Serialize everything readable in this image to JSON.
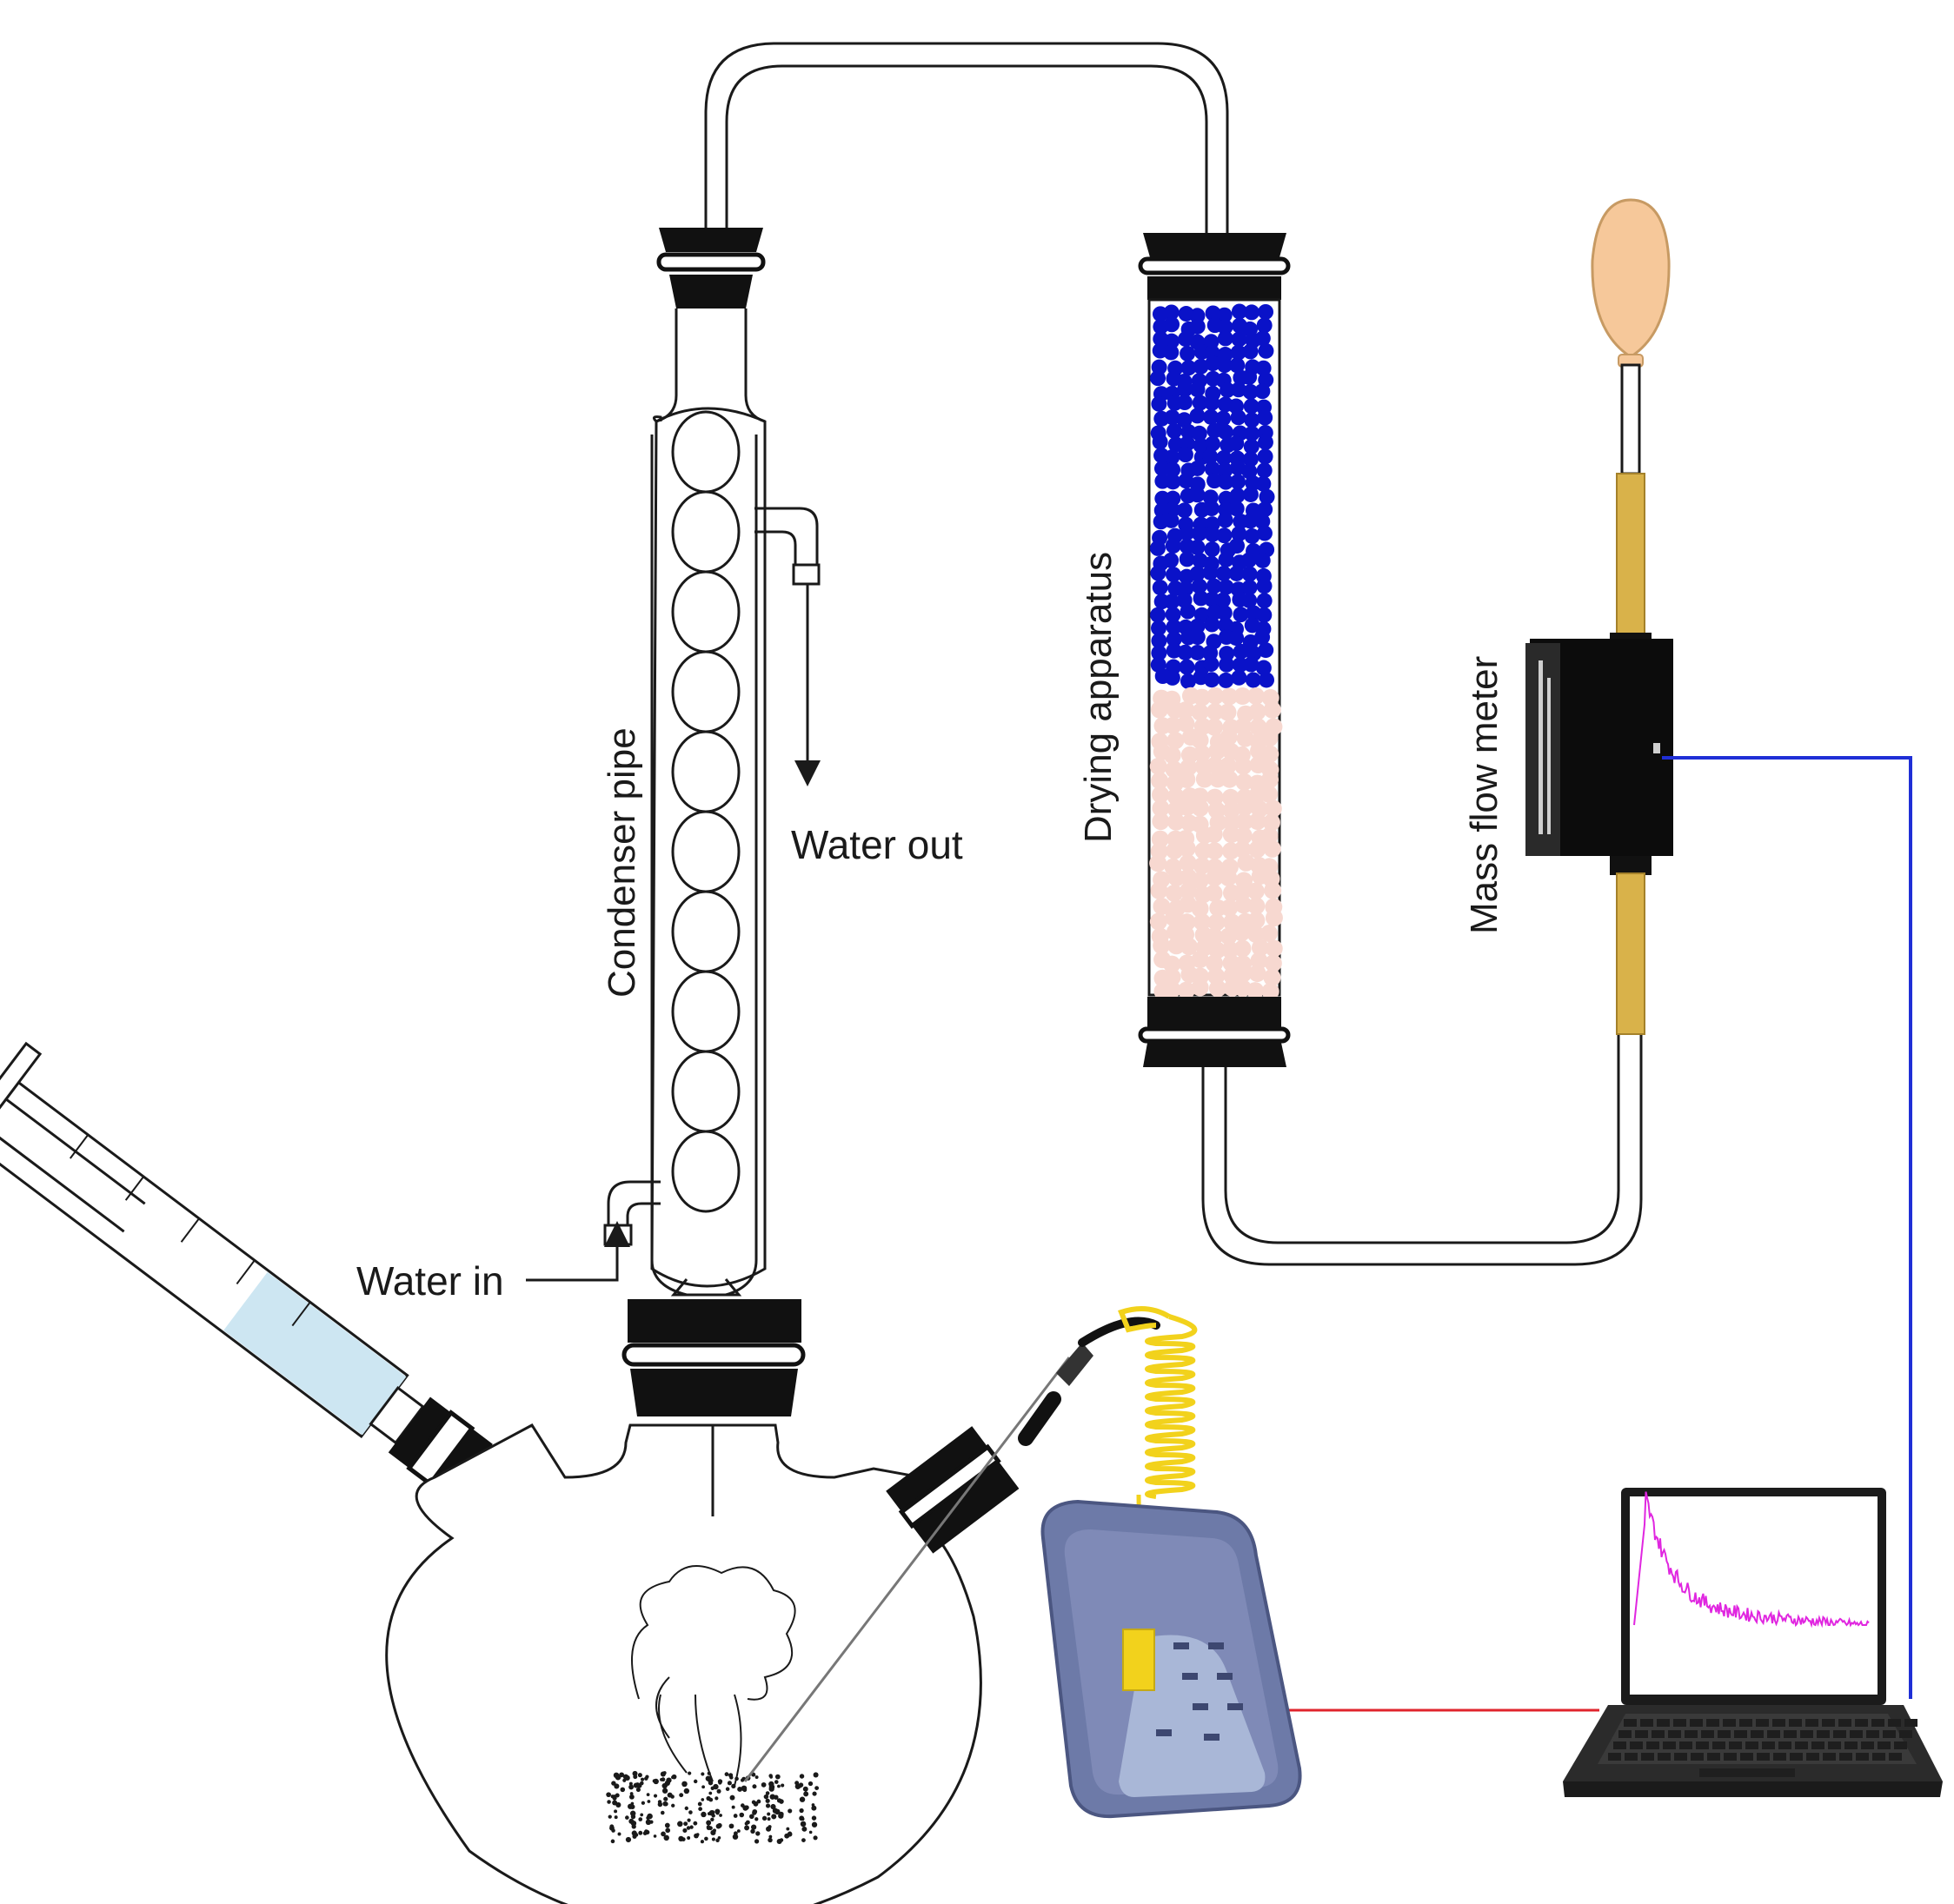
{
  "labels": {
    "condenser": "Condenser pipe",
    "water_out": "Water out",
    "water_in": "Water in",
    "drying": "Drying apparatus",
    "mass_flow": "Mass flow meter"
  },
  "colors": {
    "outline": "#1a1a1a",
    "desiccant_dry": "#0a12c8",
    "desiccant_wet": "#f7d8d0",
    "syringe_liquid": "#cde6f2",
    "tube_gold": "#d9b24a",
    "balloon": "#f6c89a",
    "signal_blue": "#1f2fd6",
    "signal_red": "#e0242c",
    "laptop_plot": "#e026e0",
    "thermometer_body": "#6d7aa8",
    "thermocouple": "#f2d21c"
  },
  "icons": {
    "flask": "three-neck-flask-icon",
    "syringe": "syringe-icon",
    "condenser": "bulb-condenser-icon",
    "dryer": "drying-column-icon",
    "meter": "mass-flow-meter-icon",
    "thermometer": "digital-thermometer-icon",
    "laptop": "laptop-icon",
    "balloon": "balloon-icon"
  }
}
